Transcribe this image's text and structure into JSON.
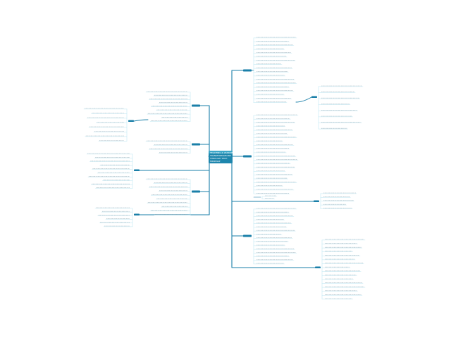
{
  "root": {
    "lines": [
      "TEACHING & LEARNING",
      "TRANSFORMATIONS",
      "THROUGH TECH",
      "MINDMAP"
    ]
  },
  "colors": {
    "branch": "#1a7fa8",
    "root_fill": "#1e86ad",
    "root_fill_light": "#3aa6c8",
    "leaf_line": "#b5e3f0",
    "leaf_text": "#9fb4bf"
  }
}
